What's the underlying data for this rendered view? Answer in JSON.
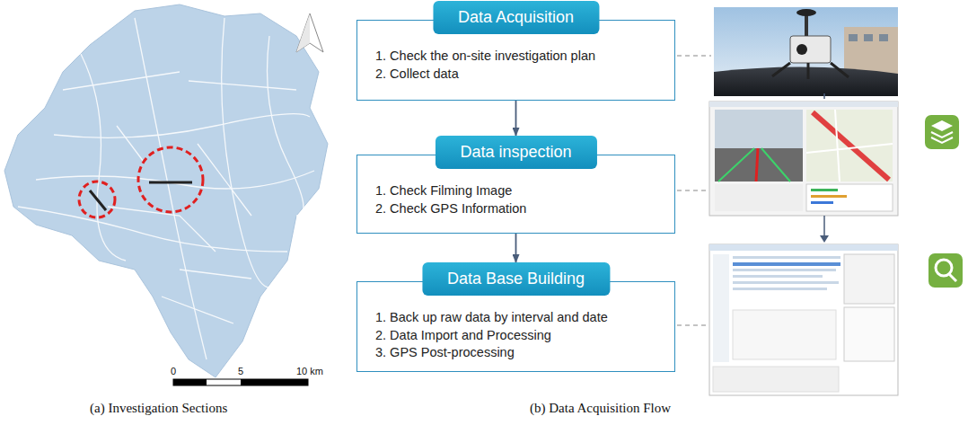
{
  "diagram": {
    "nodes": [
      {
        "text": [
          "Data Acquisition",
          "1. Check the on-site investigation plan",
          "2. Collect data"
        ]
      },
      {
        "text": [
          "Data inspection",
          "1. Check Filming Image",
          "2. Check GPS Information"
        ]
      },
      {
        "text": [
          "Data Base Building",
          "1. Back up raw data by interval and date",
          "2. Data Import and Processing",
          "3. GPS Post-processing"
        ]
      }
    ],
    "edges": [
      {
        "from": 0,
        "to": 1,
        "arrow": "to"
      },
      {
        "from": 1,
        "to": 2,
        "arrow": "to"
      }
    ],
    "labels": [
      "(a) Investigation Sections",
      "(b) Data Acquisition Flow",
      "0",
      "5",
      "10 km"
    ]
  }
}
